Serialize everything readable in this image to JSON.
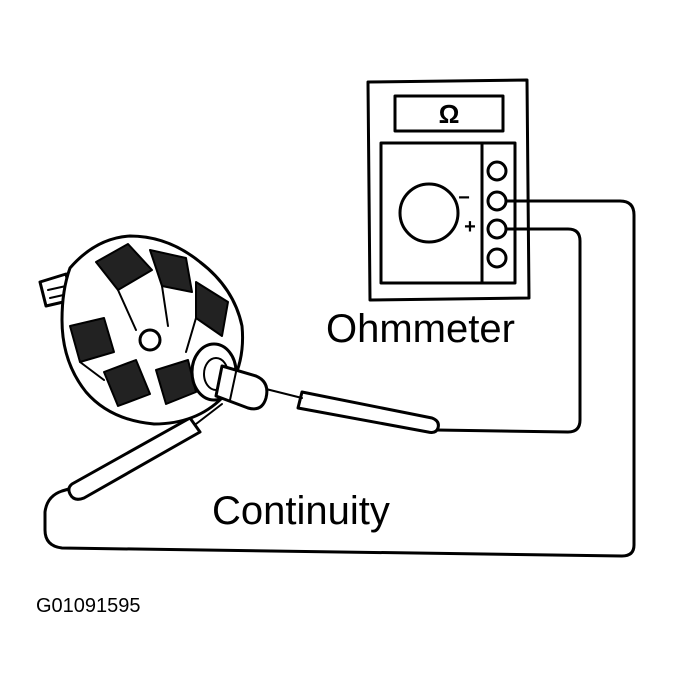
{
  "diagram": {
    "meter_label": "Ohmmeter",
    "test_label": "Continuity",
    "figure_id": "G01091595",
    "meter_display_symbol": "Ω",
    "minus_mark": "−",
    "plus_mark": "+"
  },
  "icons": {
    "rotor": "alternator-rotor-icon",
    "probe": "test-probe-icon",
    "meter": "ohmmeter-icon"
  }
}
